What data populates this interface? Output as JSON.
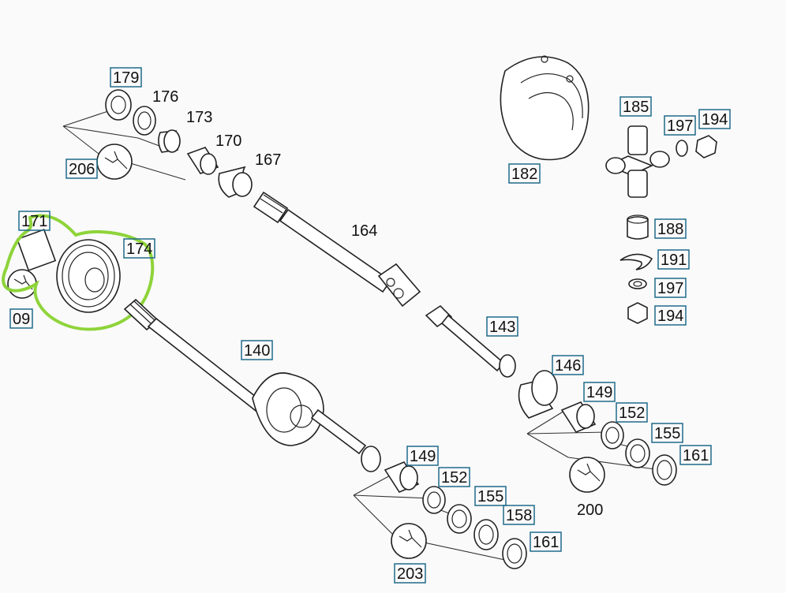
{
  "diagram": {
    "labels": [
      {
        "text": "179",
        "boxed": true
      },
      {
        "text": "176",
        "boxed": false
      },
      {
        "text": "173",
        "boxed": false
      },
      {
        "text": "170",
        "boxed": false
      },
      {
        "text": "167",
        "boxed": false
      },
      {
        "text": "206",
        "boxed": true
      },
      {
        "text": "164",
        "boxed": false
      },
      {
        "text": "171",
        "boxed": true
      },
      {
        "text": "174",
        "boxed": true
      },
      {
        "text": "09",
        "boxed": true
      },
      {
        "text": "182",
        "boxed": true
      },
      {
        "text": "185",
        "boxed": true
      },
      {
        "text": "197",
        "boxed": true
      },
      {
        "text": "194",
        "boxed": true
      },
      {
        "text": "188",
        "boxed": true
      },
      {
        "text": "191",
        "boxed": true
      },
      {
        "text": "197",
        "boxed": true
      },
      {
        "text": "194",
        "boxed": true
      },
      {
        "text": "143",
        "boxed": true
      },
      {
        "text": "140",
        "boxed": true
      },
      {
        "text": "146",
        "boxed": true
      },
      {
        "text": "149",
        "boxed": true
      },
      {
        "text": "152",
        "boxed": true
      },
      {
        "text": "155",
        "boxed": true
      },
      {
        "text": "161",
        "boxed": true
      },
      {
        "text": "200",
        "boxed": false
      },
      {
        "text": "149",
        "boxed": true
      },
      {
        "text": "152",
        "boxed": true
      },
      {
        "text": "155",
        "boxed": true
      },
      {
        "text": "158",
        "boxed": true
      },
      {
        "text": "161",
        "boxed": true
      },
      {
        "text": "203",
        "boxed": true
      }
    ],
    "colors": {
      "label_box": "#1f6a8a",
      "highlight": "#8ed43a",
      "line_art": "#222222"
    }
  }
}
